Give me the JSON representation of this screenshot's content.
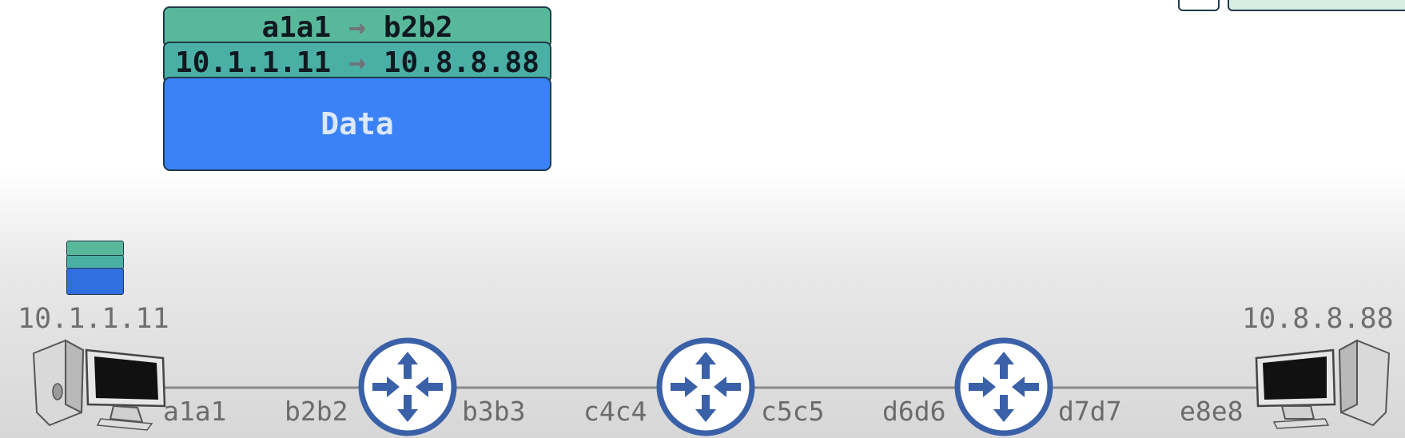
{
  "packet": {
    "l2": {
      "src": "a1a1",
      "dst": "b2b2"
    },
    "l3": {
      "src": "10.1.1.11",
      "dst": "10.8.8.88"
    },
    "data_label": "Data",
    "arrow": "→"
  },
  "hosts": {
    "source": {
      "ip": "10.1.1.11",
      "interface": "a1a1"
    },
    "destination": {
      "ip": "10.8.8.88",
      "interface": "e8e8"
    }
  },
  "routers": [
    {
      "left_interface": "b2b2",
      "right_interface": "b3b3"
    },
    {
      "left_interface": "c4c4",
      "right_interface": "c5c5"
    },
    {
      "left_interface": "d6d6",
      "right_interface": "d7d7"
    }
  ],
  "colors": {
    "l2_header": "#58b89a",
    "l3_header": "#4ab0a6",
    "data": "#3b82f6",
    "router": "#3a60a8",
    "link": "#8a8a8a"
  }
}
